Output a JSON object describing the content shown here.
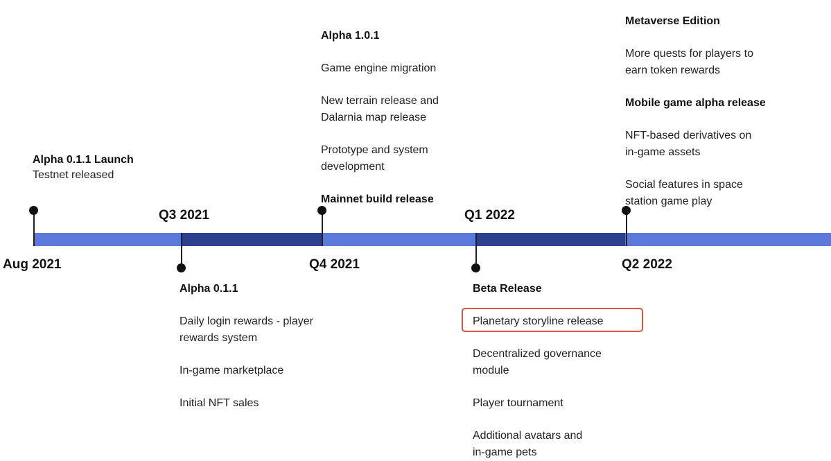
{
  "periods": {
    "aug_2021": "Aug 2021",
    "q3_2021": "Q3 2021",
    "q4_2021": "Q4 2021",
    "q1_2022": "Q1 2022",
    "q2_2022": "Q2 2022"
  },
  "milestones": {
    "alpha_011_launch": {
      "title": "Alpha 0.1.1 Launch",
      "items": [
        "Testnet released"
      ]
    },
    "alpha_011": {
      "title": "Alpha 0.1.1",
      "items": [
        "Daily login rewards - player",
        "rewards system",
        "In-game marketplace",
        "Initial NFT sales"
      ]
    },
    "alpha_101": {
      "title": "Alpha 1.0.1",
      "items": [
        "Game engine migration",
        "New terrain release and",
        "Dalarnia map release",
        "Prototype and system",
        "development"
      ],
      "footer": "Mainnet build release"
    },
    "beta_release": {
      "title": "Beta Release",
      "items": [
        "Planetary storyline release",
        "Decentralized governance",
        "module",
        "Player tournament",
        "Additional avatars and",
        "in-game pets"
      ]
    },
    "metaverse": {
      "title": "Metaverse Edition",
      "items": [
        "More quests for players to",
        "earn token rewards"
      ],
      "title2": "Mobile game alpha release",
      "items2": [
        "NFT-based derivatives on",
        "in-game assets",
        "Social features in space",
        "station game play"
      ]
    }
  },
  "colors": {
    "bar_light": "#5b79db",
    "bar_dark": "#2d3f8f",
    "highlight": "#e0543f"
  }
}
